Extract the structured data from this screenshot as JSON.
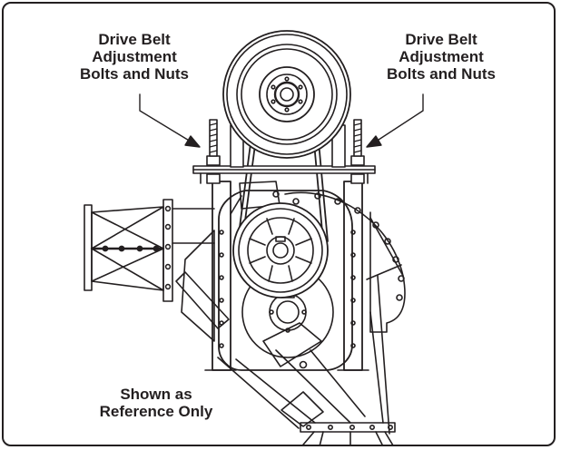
{
  "callouts": {
    "left": {
      "lines": [
        "Drive Belt",
        "Adjustment",
        "Bolts and Nuts"
      ]
    },
    "right": {
      "lines": [
        "Drive Belt",
        "Adjustment",
        "Bolts and Nuts"
      ]
    }
  },
  "note": {
    "lines": [
      "Shown as",
      "Reference Only"
    ]
  },
  "colors": {
    "ink": "#231f20",
    "paper": "#ffffff"
  }
}
